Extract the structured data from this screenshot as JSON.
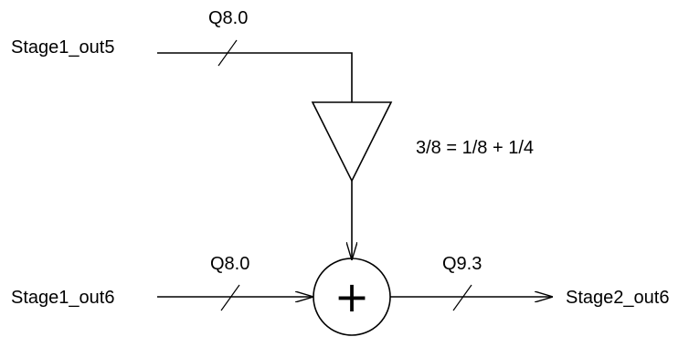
{
  "diagram": {
    "input_top": {
      "label": "Stage1_out5",
      "format": "Q8.0"
    },
    "input_bottom": {
      "label": "Stage1_out6",
      "format": "Q8.0"
    },
    "gain": {
      "label": "3/8 = 1/8 + 1/4"
    },
    "output": {
      "label": "Stage2_out6",
      "format": "Q9.3"
    },
    "adder": {
      "symbol": "+"
    }
  }
}
